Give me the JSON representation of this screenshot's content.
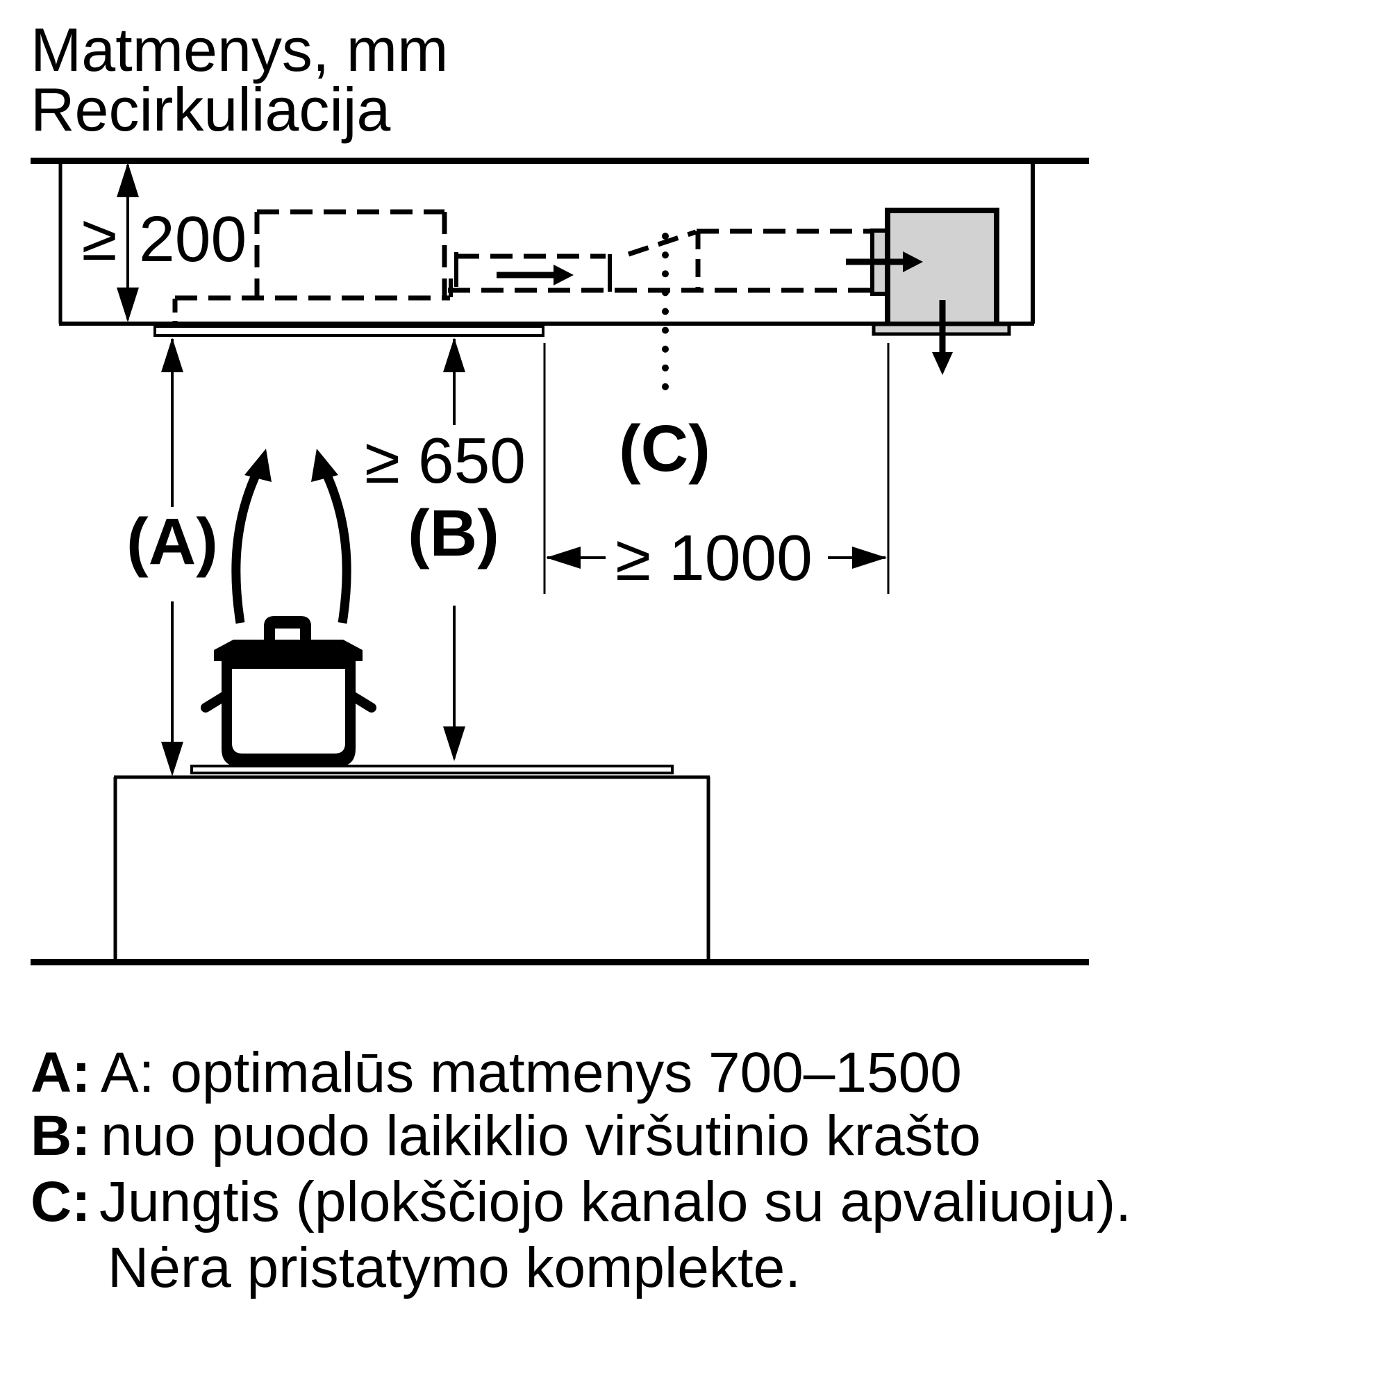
{
  "title": {
    "line1": "Matmenys, mm",
    "line2": "Recirkuliacija"
  },
  "dimensions": {
    "soffit_height_symbol": "≥",
    "soffit_height_value": "200",
    "hood_to_hob": "≥ 650",
    "lateral_clearance": "≥ 1000",
    "label_a": "(A)",
    "label_b": "(B)",
    "label_c": "(C)"
  },
  "legend": {
    "items": [
      {
        "key": "A:",
        "text": "A: optimalūs matmenys 700–1500"
      },
      {
        "key": "B:",
        "text": "nuo puodo laikiklio viršutinio krašto"
      },
      {
        "key": "C:",
        "text": "Jungtis (plokščiojo kanalo su apvaliuoju)."
      },
      {
        "key": "",
        "text": "Nėra pristatymo komplekte."
      }
    ]
  },
  "colors": {
    "ink": "#000000",
    "unit_fill": "#d2d2d2",
    "background": "#ffffff"
  }
}
